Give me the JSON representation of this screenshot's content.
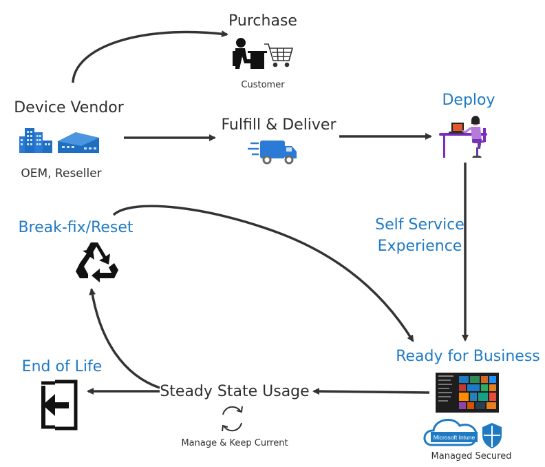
{
  "nodes": {
    "purchase": {
      "title": "Purchase",
      "caption": "Customer"
    },
    "vendor": {
      "title": "Device Vendor",
      "caption": "OEM, Reseller"
    },
    "fulfill": {
      "title": "Fulfill & Deliver"
    },
    "deploy": {
      "title": "Deploy"
    },
    "self_service": {
      "line1": "Self Service",
      "line2": "Experience"
    },
    "ready": {
      "title": "Ready for Business",
      "caption": "Managed Secured",
      "intune_label": "Microsoft Intune"
    },
    "steady": {
      "title": "Steady State Usage",
      "caption": "Manage & Keep Current"
    },
    "breakfix": {
      "title": "Break-fix/Reset"
    },
    "eol": {
      "title": "End of Life"
    }
  },
  "colors": {
    "accent": "#1f7ac4",
    "text": "#2f2f2f",
    "arrow": "#333333",
    "building": "#1e6fc2",
    "truck": "#2b7bd6",
    "laptop": "#8a2be2"
  },
  "icons": [
    "buildings-icon",
    "shopper-icon",
    "shopping-cart-icon",
    "delivery-truck-icon",
    "desk-worker-icon",
    "windows-start-menu-icon",
    "intune-cloud-icon",
    "defender-shield-icon",
    "sync-icon",
    "recycle-icon",
    "exit-icon"
  ]
}
